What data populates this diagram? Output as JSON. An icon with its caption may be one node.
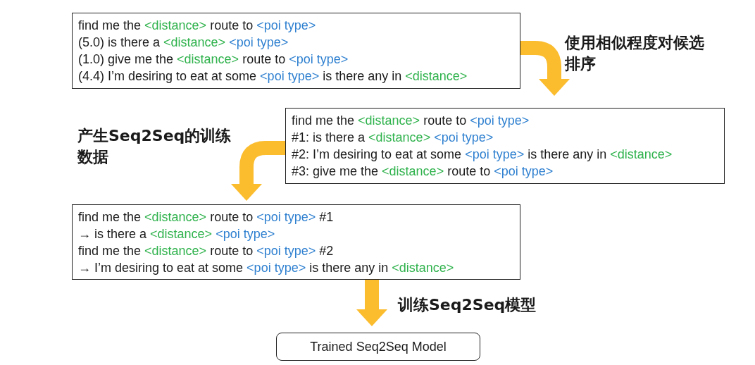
{
  "diagram": {
    "nodes": [
      {
        "text": [
          "find me the <distance> route to <poi type>",
          "(5.0) is there a <distance> <poi type>",
          "(1.0) give me the <distance> route to <poi type>",
          "(4.4) I’m desiring to eat at some <poi type> is there any in <distance>"
        ]
      },
      {
        "text": [
          "find me the <distance> route to <poi type>",
          "#1: is there a <distance> <poi type>",
          "#2: I’m desiring to eat at some <poi type> is there any in <distance>",
          "#3: give me the <distance> route to <poi type>"
        ]
      },
      {
        "text": [
          "find me the <distance> route to <poi type> #1",
          "→ is there a <distance> <poi type>",
          "find me the <distance> route to <poi type> #2",
          "→ I’m desiring to eat at some <poi type> is there any in <distance>"
        ]
      },
      {
        "text": [
          "Trained Seq2Seq Model"
        ]
      }
    ],
    "edges": [
      {
        "from": 0,
        "to": 1,
        "arrow": "to",
        "label": "使用相似程度对候选排序"
      },
      {
        "from": 1,
        "to": 2,
        "arrow": "to",
        "label": "产生Seq2Seq的训练数据"
      },
      {
        "from": 2,
        "to": 3,
        "arrow": "to",
        "label": "训练Seq2Seq模型"
      }
    ]
  }
}
